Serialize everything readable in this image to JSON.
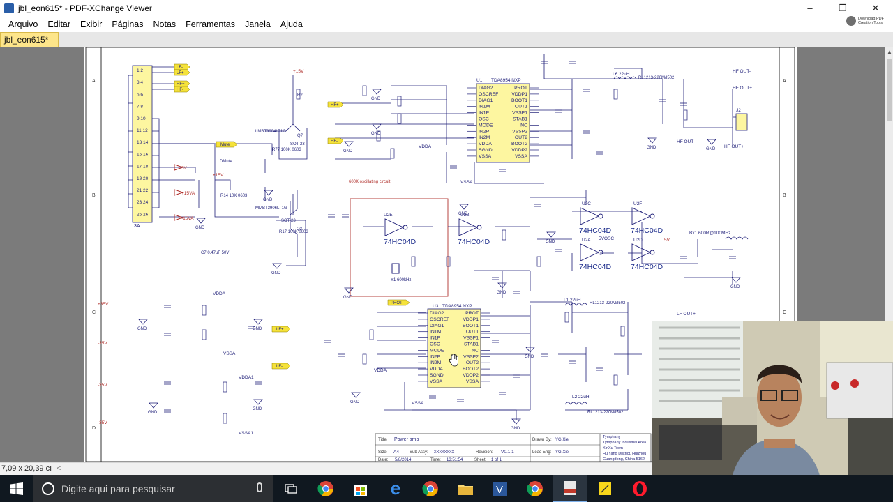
{
  "window": {
    "title": "jbl_eon615* - PDF-XChange Viewer",
    "controls": {
      "minimize": "–",
      "maximize": "❐",
      "close": "✕"
    }
  },
  "menubar": {
    "items": [
      "Arquivo",
      "Editar",
      "Exibir",
      "Páginas",
      "Notas",
      "Ferramentas",
      "Janela",
      "Ajuda"
    ]
  },
  "download_pdf": {
    "label": "Download PDF Creation Tools"
  },
  "tabs": [
    {
      "label": "jbl_eon615*",
      "active": true
    }
  ],
  "statusbar": {
    "page_size": "7,09 x 20,39 cı",
    "scroll_glyph": "<"
  },
  "taskbar": {
    "search_placeholder": "Digite aqui para pesquisar",
    "apps": [
      "task-view",
      "chrome",
      "store",
      "edge",
      "file-explorer",
      "visio",
      "chrome",
      "pdf-xchange",
      "sticky-notes",
      "opera"
    ]
  },
  "schematic": {
    "border_rows": [
      "A",
      "B",
      "C",
      "D"
    ],
    "connector_j1_pins": [
      "1 2",
      "3 4",
      "5 6",
      "7 8",
      "9 10",
      "11 12",
      "13 14",
      "15 16",
      "17 18",
      "19 20",
      "21 22",
      "23 24",
      "25 26"
    ],
    "connector_j1_label": "3A",
    "signal_tags": {
      "lf_minus": "LF-",
      "lf_plus": "LF+",
      "hf_minus": "HF-",
      "hf_plus": "HF+",
      "mute": "Mute",
      "prot": "PROT"
    },
    "rails": {
      "p5v": "5V",
      "p15va": "+15VA",
      "m15va": "-15VA",
      "p15v": "+15V",
      "m15v": "-15V",
      "p35v": "+35V",
      "m35v": "-35V"
    },
    "transistors": {
      "q7": {
        "ref": "Q7",
        "part": "LMBT3904LT1G",
        "pkg": "SOT-23"
      },
      "q3": {
        "ref": "Q3",
        "part": "MMBT3906LT1G",
        "pkg": "SOT-23"
      }
    },
    "resistor_r77": "R77 100K 0603",
    "resistor_r14": "R14 10K 0603",
    "resistor_r17": "R17 100K 0603",
    "cap_c7": "C7 0.47uF 50V",
    "dmute": "DMute",
    "oscillator_note": "600K oscillating circuit",
    "ic_u1": {
      "ref": "U1",
      "part": "TDA8954 NXP",
      "pins_left": [
        "DIAG2",
        "OSCREF",
        "DIAG1",
        "IN1M",
        "IN1P",
        "OSC",
        "MODE",
        "IN2P",
        "IN2M",
        "VDDA",
        "SGND",
        "VSSA"
      ],
      "pins_right": [
        "PROT",
        "VDDP1",
        "BOOT1",
        "OUT1",
        "VSSP1",
        "STAB1",
        "NC",
        "VSSP2",
        "OUT2",
        "BOOT2",
        "VDDP2",
        "VSSA"
      ]
    },
    "ic_u3": {
      "ref": "U3",
      "part": "TDA8954 NXP",
      "pins_left": [
        "DIAG2",
        "OSCREF",
        "DIAG1",
        "IN1M",
        "IN1P",
        "OSC",
        "MODE",
        "IN2P",
        "IN2M",
        "VDDA",
        "SGND",
        "VSSA"
      ],
      "pins_right": [
        "PROT",
        "VDDP1",
        "BOOT1",
        "OUT1",
        "VSSP1",
        "STAB1",
        "NC",
        "VSSP2",
        "OUT2",
        "BOOT2",
        "VDDP2",
        "VSSA"
      ]
    },
    "inverters": [
      "74HC04D",
      "74HC04D",
      "74HC04D",
      "74HC04D",
      "74HC04D",
      "74HC04D"
    ],
    "inverter_refs": [
      "U2E",
      "U2B",
      "U2C",
      "U2F",
      "U2A",
      "U2D"
    ],
    "crystal": "Y1 600kHz",
    "inductor_l6": "L6 22uH",
    "inductor_l1": "L1 22uH",
    "inductor_l2": "L2 22uH",
    "inductor_part": "RL1213-220M/I502",
    "bead_bx1": "Bx1 600R@100MHz",
    "hf_out_minus": "HF OUT-",
    "hf_out_plus": "HF OUT+",
    "lf_out_plus": "LF OUT+",
    "j2": "J2",
    "supply_labels": {
      "vdda": "VDDA",
      "vssa": "VSSA",
      "vdda1": "VDDA1",
      "vssa1": "VSSA1",
      "svosc": "5VOSC",
      "gnd": "GND"
    },
    "title_block": {
      "title_label": "Title",
      "title_value": "Power amp",
      "size_label": "Size:",
      "size_value": "A4",
      "sub_assy_label": "Sub Assy:",
      "sub_assy_value": "XXXXXXXX",
      "revision_label": "Revision:",
      "revision_value": "V0.1.1",
      "date_label": "Date:",
      "date_value": "5/8/2014",
      "time_label": "Time:",
      "time_value": "13:51:54",
      "sheet_label": "Sheet",
      "sheet_value": "1 of 1",
      "drawn_label": "Drawn By:",
      "drawn_value": "YG Xie",
      "lead_label": "Lead Eng:",
      "lead_value": "YG Xie",
      "company": "Tymphany",
      "company2": "Tymphany Industrial Area",
      "addr1": "XinXu Town",
      "addr2": "HuiYang District, Huizhou",
      "addr3": "Guangdong, China 5162"
    }
  },
  "colors": {
    "schematic_ink": "#1e1e78",
    "component_blue": "#1a2a8a",
    "net_red": "#b0302c",
    "tag_yellow": "#f5e23a",
    "ic_fill": "#fdf6a0",
    "tab_yellow": "#fde58a",
    "taskbar_bg": "#101820"
  }
}
